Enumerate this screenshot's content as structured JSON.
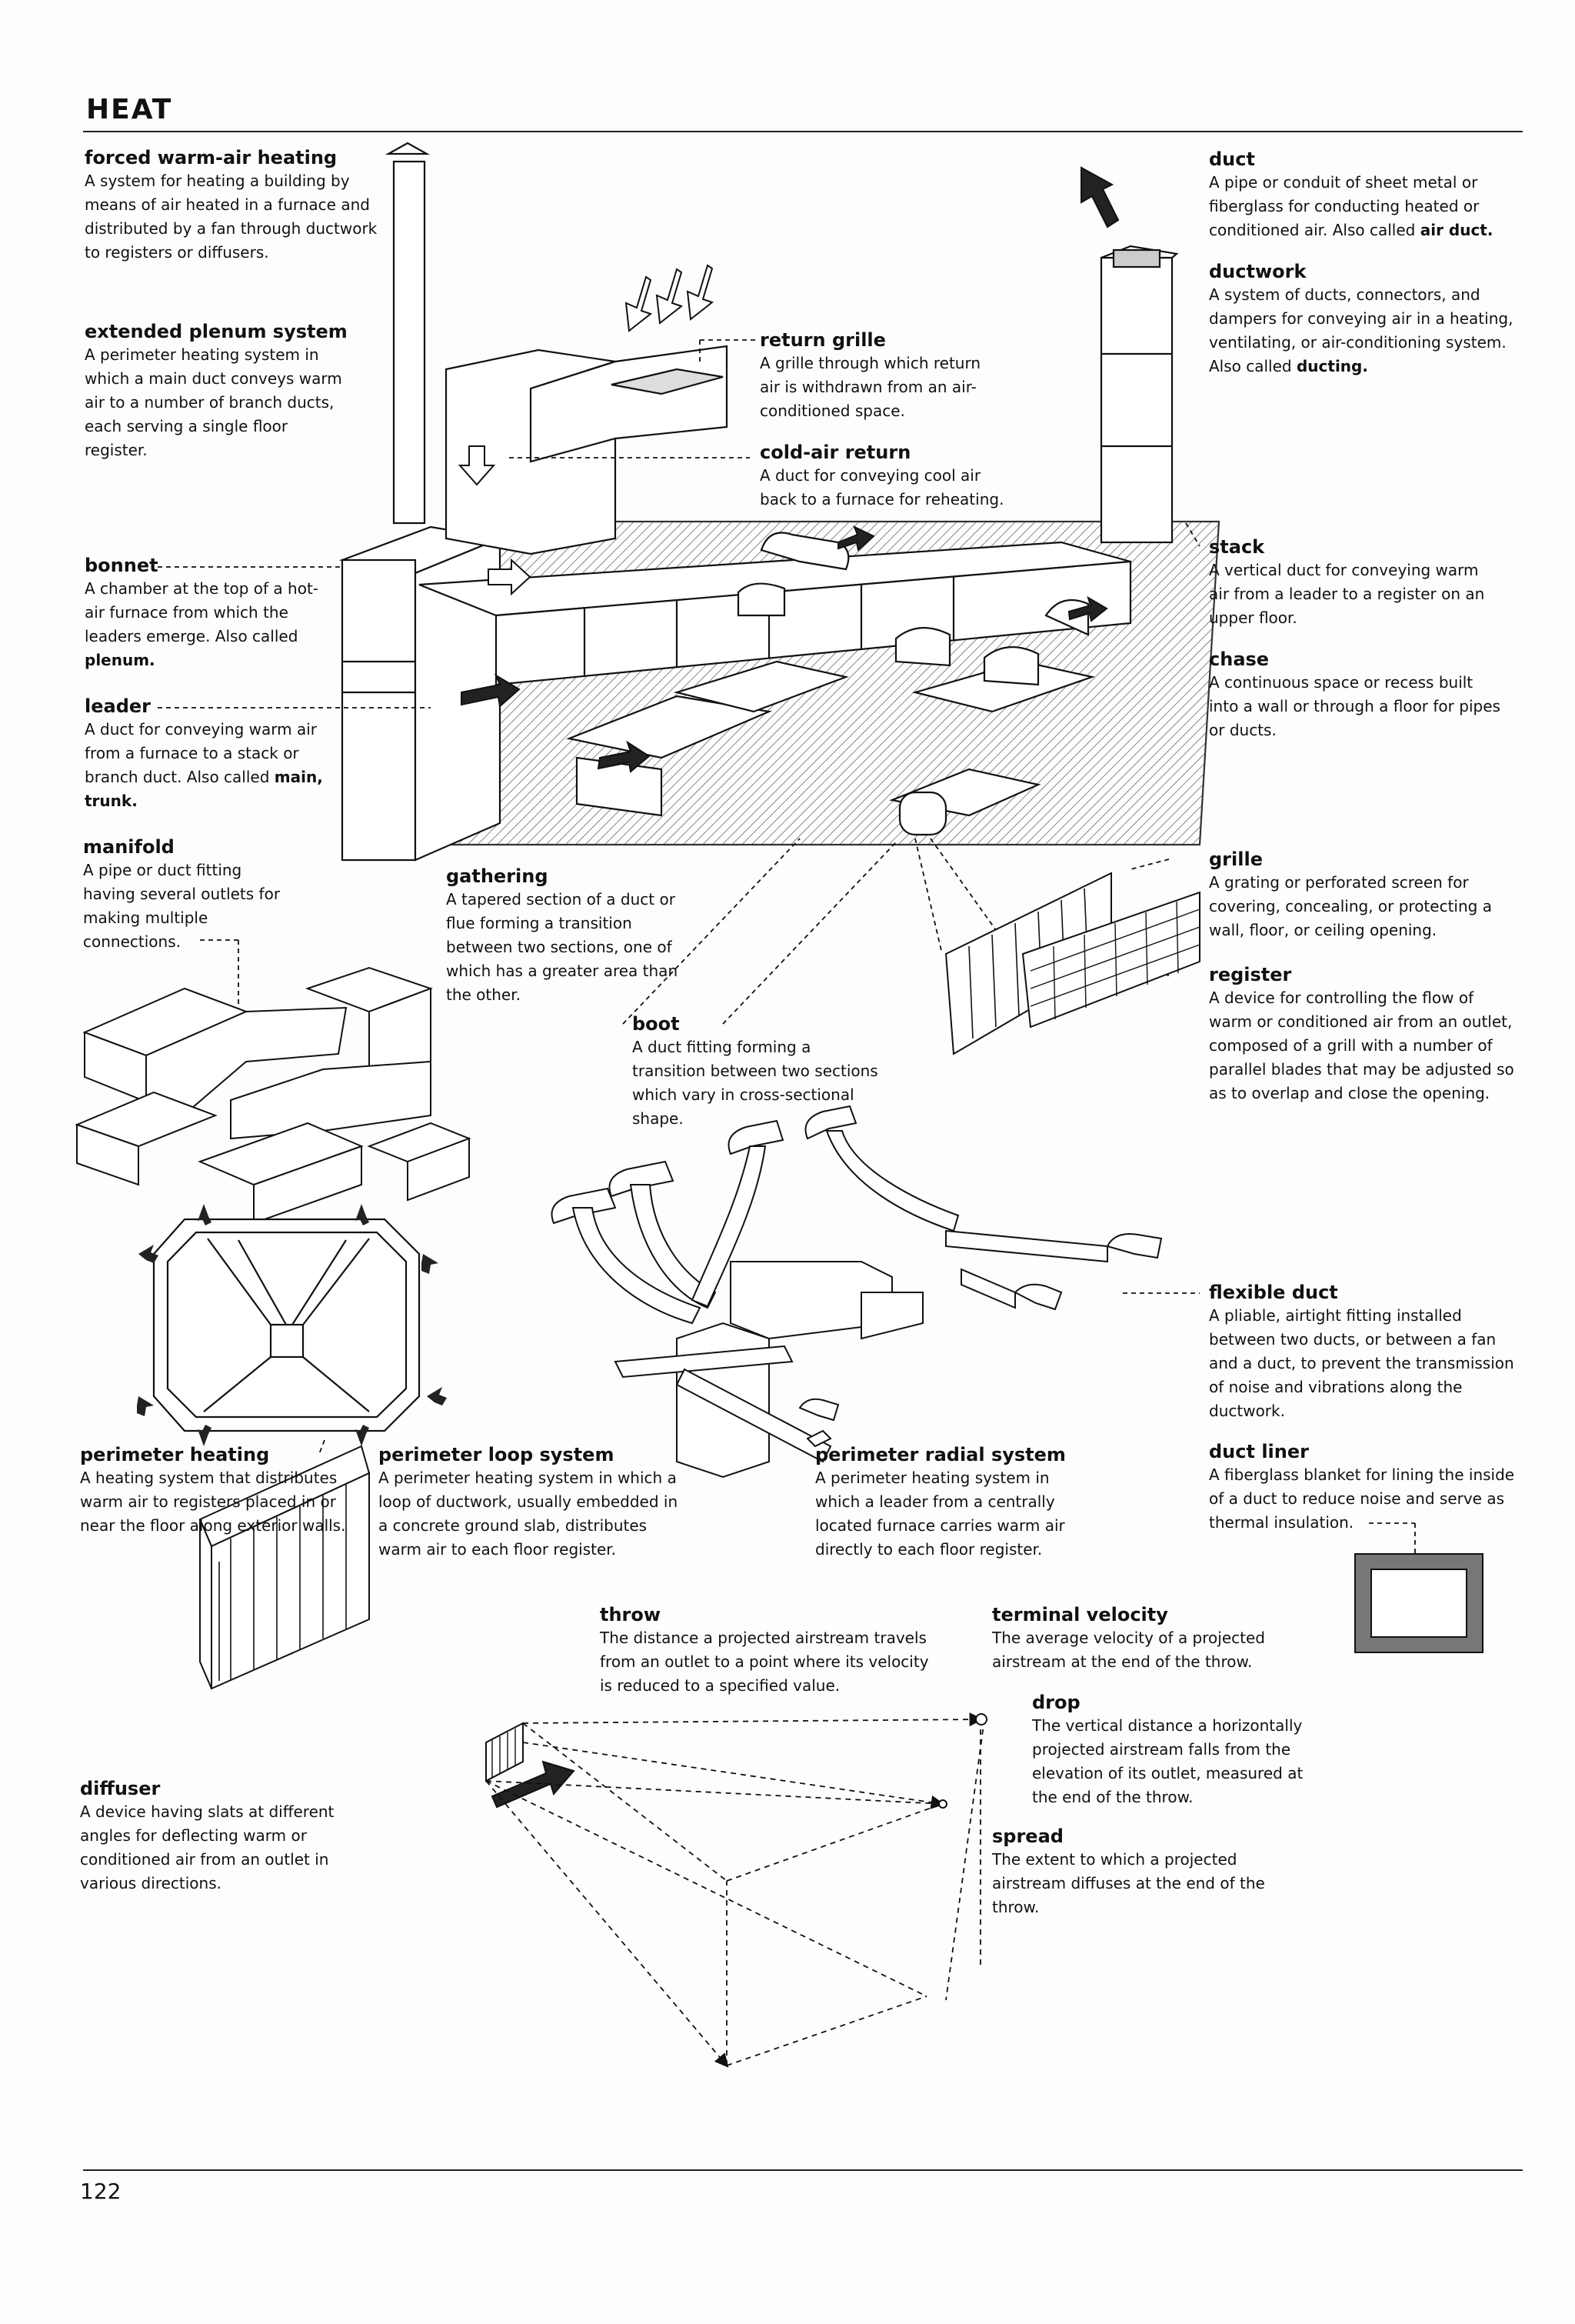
{
  "header": {
    "title": "HEAT",
    "page_number": "122"
  },
  "entries": {
    "forced": {
      "term": "forced warm-air heating",
      "def": "A system for heating a building by means of air heated in a furnace and distributed by a fan through ductwork to registers or diffusers."
    },
    "extended": {
      "term": "extended plenum system",
      "def": "A perimeter heating system in which a main duct conveys warm air to a number of branch ducts, each serving a single floor register."
    },
    "bonnet": {
      "term": "bonnet",
      "def": "A chamber at the top of a hot-air furnace from which the leaders emerge. Also called",
      "aka": "plenum."
    },
    "leader": {
      "term": "leader",
      "def": "A duct for conveying warm air from a furnace to a stack or branch duct. Also called",
      "aka": "main, trunk."
    },
    "manifold": {
      "term": "manifold",
      "def": "A pipe or duct fitting having several outlets for making multiple connections."
    },
    "gathering": {
      "term": "gathering",
      "def": "A tapered section of a duct or flue forming a transition between two sections, one of which has a greater area than the other."
    },
    "boot": {
      "term": "boot",
      "def": "A duct fitting forming a transition between two sections which vary in cross-sectional shape."
    },
    "return_grille": {
      "term": "return grille",
      "def": "A grille through which return air is withdrawn from an air-conditioned space."
    },
    "cold_air": {
      "term": "cold-air return",
      "def": "A duct for conveying cool air back to a furnace for reheating."
    },
    "duct": {
      "term": "duct",
      "def": "A pipe or conduit of sheet metal or fiberglass for conducting heated or conditioned air. Also called",
      "aka": "air duct."
    },
    "ductwork": {
      "term": "ductwork",
      "def": "A system of ducts, connectors, and dampers for conveying air in a heating, ventilating, or air-conditioning system. Also called",
      "aka": "ducting."
    },
    "stack": {
      "term": "stack",
      "def": "A vertical duct for conveying warm air from a leader to a register on an upper floor."
    },
    "chase": {
      "term": "chase",
      "def": "A continuous space or recess built into a wall or through a floor for pipes or ducts."
    },
    "grille": {
      "term": "grille",
      "def": "A grating or perforated screen for covering, concealing, or protecting a wall, floor, or ceiling opening."
    },
    "register": {
      "term": "register",
      "def": "A device for controlling the flow of warm or conditioned air from an outlet, composed of a grill with a number of parallel blades that may be adjusted so as to overlap and close the opening."
    },
    "flexible_duct": {
      "term": "flexible duct",
      "def": "A pliable, airtight fitting installed between two ducts, or between a fan and a duct, to prevent the transmission of noise and vibrations along the ductwork."
    },
    "duct_liner": {
      "term": "duct liner",
      "def": "A fiberglass blanket for lining the inside of a duct to reduce noise and serve as thermal insulation."
    },
    "perimeter_heating": {
      "term": "perimeter heating",
      "def": "A heating system that distributes warm air to registers placed in or near the floor along exterior walls."
    },
    "perimeter_loop": {
      "term": "perimeter loop system",
      "def": "A perimeter heating system in which a loop of ductwork, usually embedded in a concrete ground slab, distributes warm air to each floor register."
    },
    "perimeter_radial": {
      "term": "perimeter radial system",
      "def": "A perimeter heating system in which a leader from a centrally located furnace carries warm air directly to each floor register."
    },
    "throw": {
      "term": "throw",
      "def": "The distance a projected airstream travels from an outlet to a point where its velocity is reduced to a specified value."
    },
    "terminal_velocity": {
      "term": "terminal velocity",
      "def": "The average velocity of a projected airstream at the end of the throw."
    },
    "drop": {
      "term": "drop",
      "def": "The vertical distance a horizontally projected airstream falls from the elevation of its outlet, measured at the end of the throw."
    },
    "spread": {
      "term": "spread",
      "def": "The extent to which a projected airstream diffuses at the end of the throw."
    },
    "diffuser": {
      "term": "diffuser",
      "def": "A device having slats at different angles for deflecting warm or conditioned air from an outlet in various directions."
    }
  }
}
